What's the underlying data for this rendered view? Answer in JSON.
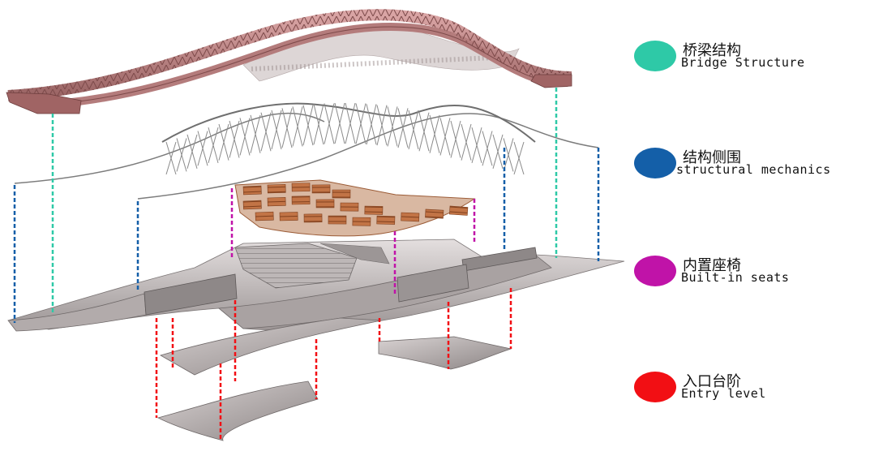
{
  "legend": [
    {
      "cn": "桥梁结构",
      "en": "Bridge Structure",
      "color": "#2ec9a7",
      "icon": "teal-circle-icon"
    },
    {
      "cn": "结构侧围",
      "en": "structural mechanics",
      "color": "#145fa8",
      "icon": "blue-circle-icon"
    },
    {
      "cn": "内置座椅",
      "en": "Built-in seats",
      "color": "#c013a8",
      "icon": "magenta-circle-icon"
    },
    {
      "cn": "入口台阶",
      "en": "Entry level",
      "color": "#f20f14",
      "icon": "red-circle-icon"
    }
  ],
  "colors": {
    "bridge": "#c88f8f",
    "bridge_dark": "#8a5454",
    "lattice": "#8a8a8a",
    "seats": "#b4673d",
    "deck": "#c9c3c3",
    "deck_dark": "#8f8989"
  }
}
